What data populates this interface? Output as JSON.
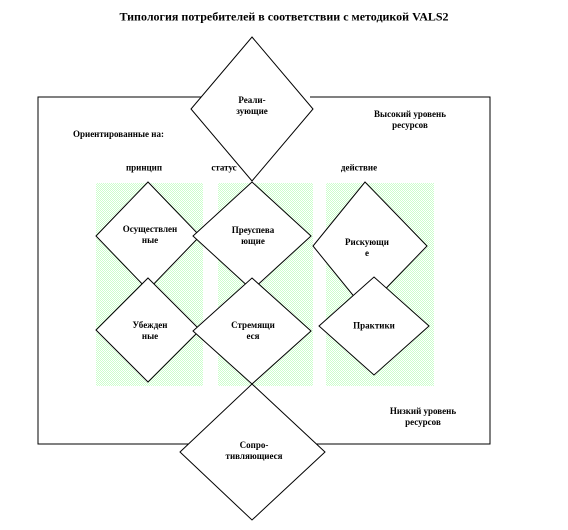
{
  "title": "Типология потребителей в соответствии с методикой VALS2",
  "resources": {
    "high": "Высокий  уровень\nресурсов",
    "low": "Низкий уровень\nресурсов"
  },
  "orientation": {
    "heading": "Ориентированные на:",
    "principle": "принцип",
    "status": "статус",
    "action": "действие"
  },
  "segments": {
    "actualizers": "Реали-\nзующие",
    "fulfilleds": "Осуществлен\nные",
    "achievers": "Преуспева\nющие",
    "experiencers": "Рискующи\nе",
    "believers": "Убежден\nные",
    "strivers": "Стремящи\nеся",
    "makers": "Практики",
    "strugglers": "Сопро-\nтивляющиеся"
  },
  "colors": {
    "column_fill": "#ccffcc",
    "stroke": "#000000"
  }
}
